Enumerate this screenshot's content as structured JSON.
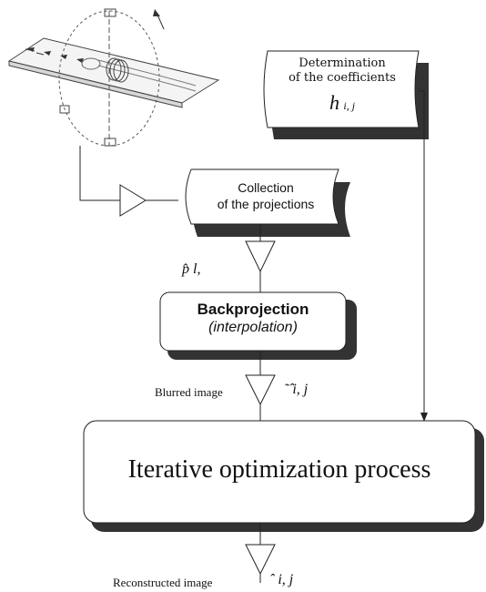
{
  "coefficients_box": {
    "line1": "Determination",
    "line2": "of the coefficients",
    "variable": "h",
    "subscript": "i, j"
  },
  "collection_box": {
    "line1": "Collection",
    "line2": "of the projections"
  },
  "projection_label": "p̂ l,",
  "backprojection_box": {
    "title": "Backprojection",
    "subtitle": "(interpolation)"
  },
  "blurred_image": {
    "label": "Blurred image",
    "symbol": "˜̂ i, j"
  },
  "optimization_box": {
    "label": "Iterative optimization process"
  },
  "reconstructed_image": {
    "label": "Reconstructed image",
    "symbol": "ˆ i, j"
  }
}
